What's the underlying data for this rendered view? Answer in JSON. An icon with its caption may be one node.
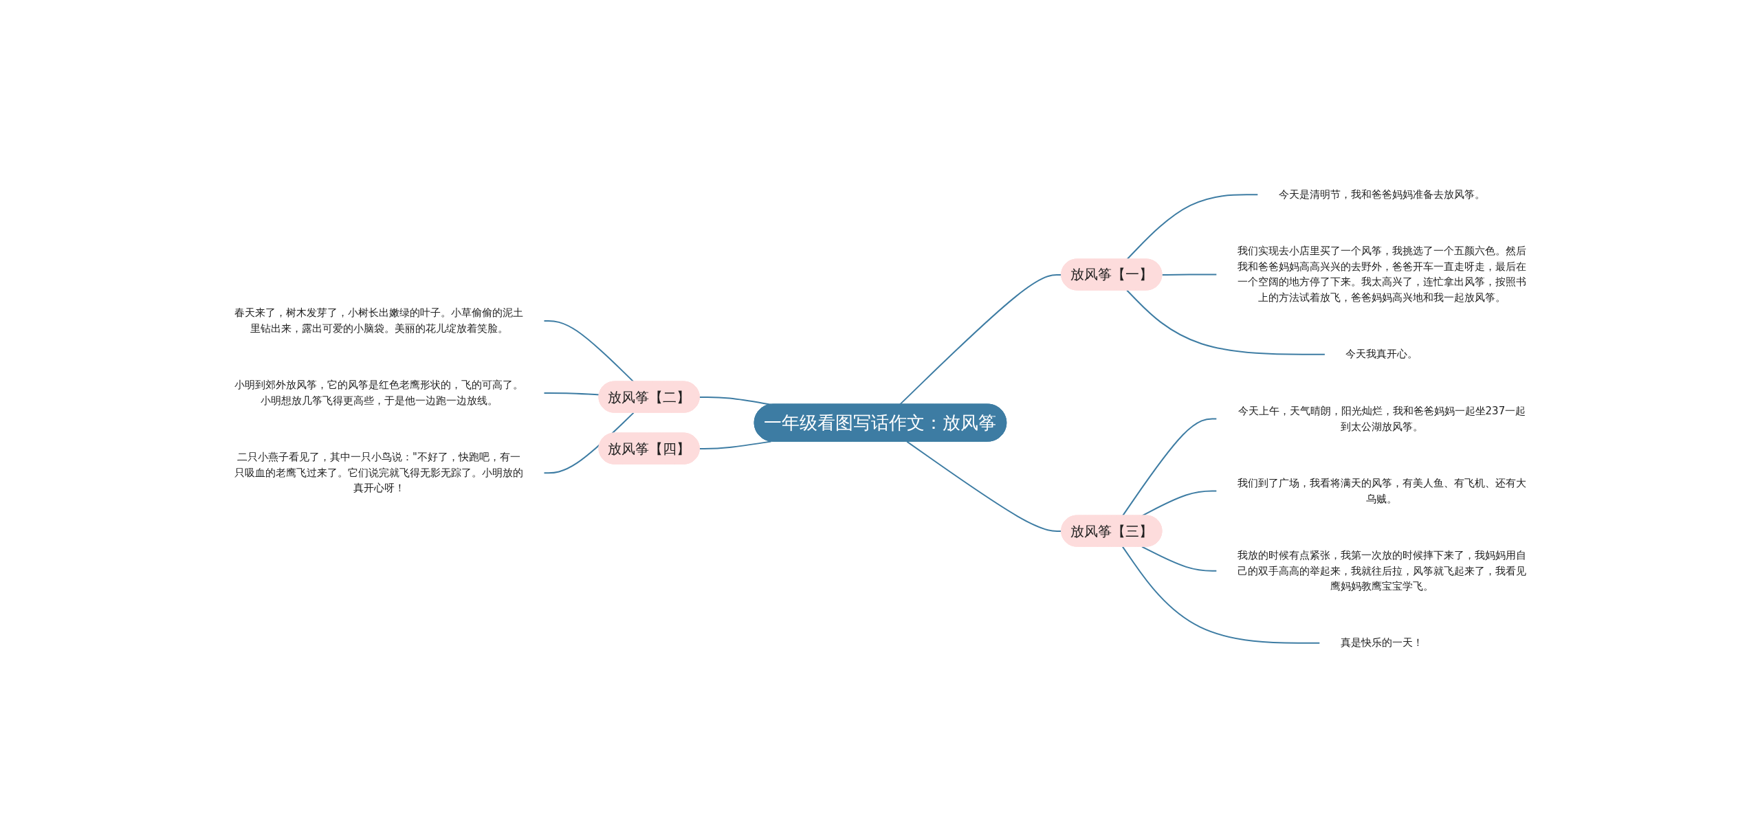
{
  "diagram": {
    "nodes": [
      {
        "text": [
          "一年级看图写话作文：放风筝"
        ]
      },
      {
        "text": [
          "放风筝【一】"
        ]
      },
      {
        "text": [
          "今天是清明节，我和爸爸妈妈准备去放风筝。"
        ]
      },
      {
        "text": [
          "我们实现去小店里买了一个风筝，我挑选了一个五颜六色。然后我和爸爸妈妈高高兴兴的去野外，爸爸开车一直走呀走，最后在一个空阔的地方停了下来。我太高兴了，连忙拿出风筝，按照书上的方法试着放飞，爸爸妈妈高兴地和我一起放风筝。"
        ]
      },
      {
        "text": [
          "今天我真开心。"
        ]
      },
      {
        "text": [
          "放风筝【三】"
        ]
      },
      {
        "text": [
          "今天上午，天气晴朗，阳光灿烂，我和爸爸妈妈一起坐237一起到太公湖放风筝。"
        ]
      },
      {
        "text": [
          "我们到了广场，我看将满天的风筝，有美人鱼、有飞机、还有大乌贼。"
        ]
      },
      {
        "text": [
          "我放的时候有点紧张，我第一次放的时候摔下来了，我妈妈用自己的双手高高的举起来，我就往后拉，风筝就飞起来了，我看见鹰妈妈教鹰宝宝学飞。"
        ]
      },
      {
        "text": [
          "真是快乐的一天！"
        ]
      },
      {
        "text": [
          "放风筝【二】"
        ]
      },
      {
        "text": [
          "春天来了，树木发芽了，小树长出嫩绿的叶子。小草偷偷的泥土里钻出来，露出可爱的小脑袋。美丽的花儿绽放着笑脸。"
        ]
      },
      {
        "text": [
          "小明到郊外放风筝，它的风筝是红色老鹰形状的，飞的可高了。小明想放几筝飞得更高些，于是他一边跑一边放线。"
        ]
      },
      {
        "text": [
          "二只小燕子看见了，其中一只小鸟说：\"不好了，快跑吧，有一只吸血的老鹰飞过来了。它们说完就飞得无影无踪了。小明放的真开心呀！"
        ]
      },
      {
        "text": [
          "放风筝【四】"
        ]
      }
    ],
    "edges": [
      {
        "from": 0,
        "to": 1,
        "arrow": "none"
      },
      {
        "from": 1,
        "to": 2,
        "arrow": "none"
      },
      {
        "from": 1,
        "to": 3,
        "arrow": "none"
      },
      {
        "from": 1,
        "to": 4,
        "arrow": "none"
      },
      {
        "from": 0,
        "to": 5,
        "arrow": "none"
      },
      {
        "from": 5,
        "to": 6,
        "arrow": "none"
      },
      {
        "from": 5,
        "to": 7,
        "arrow": "none"
      },
      {
        "from": 5,
        "to": 8,
        "arrow": "none"
      },
      {
        "from": 5,
        "to": 9,
        "arrow": "none"
      },
      {
        "from": 10,
        "to": 0,
        "arrow": "none"
      },
      {
        "from": 11,
        "to": 10,
        "arrow": "none"
      },
      {
        "from": 12,
        "to": 10,
        "arrow": "none"
      },
      {
        "from": 13,
        "to": 10,
        "arrow": "none"
      },
      {
        "from": 14,
        "to": 0,
        "arrow": "none"
      }
    ]
  }
}
